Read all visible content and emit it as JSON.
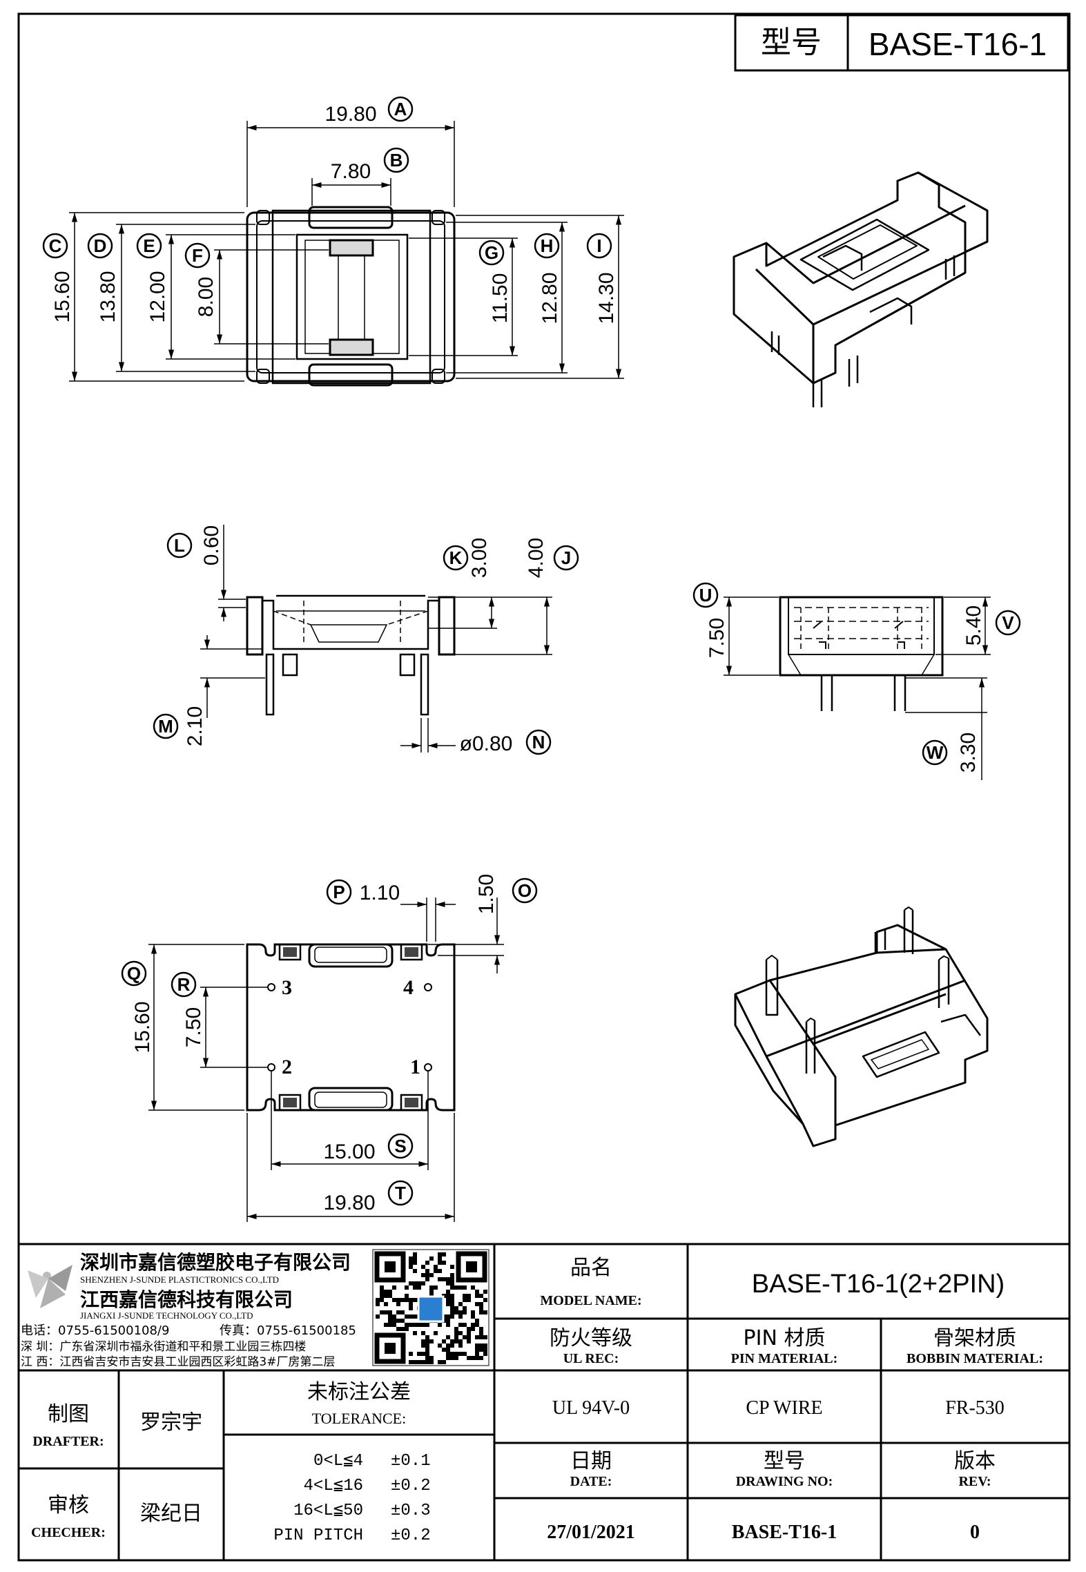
{
  "title_box": {
    "label": "型号",
    "value": "BASE-T16-1"
  },
  "dims_top": {
    "A": {
      "letter": "A",
      "value": "19.80"
    },
    "B": {
      "letter": "B",
      "value": "7.80"
    },
    "C": {
      "letter": "C",
      "value": "15.60"
    },
    "D": {
      "letter": "D",
      "value": "13.80"
    },
    "E": {
      "letter": "E",
      "value": "12.00"
    },
    "F": {
      "letter": "F",
      "value": "8.00"
    },
    "G": {
      "letter": "G",
      "value": "11.50"
    },
    "H": {
      "letter": "H",
      "value": "12.80"
    },
    "I": {
      "letter": "I",
      "value": "14.30"
    }
  },
  "dims_side": {
    "L": {
      "letter": "L",
      "value": "0.60"
    },
    "K": {
      "letter": "K",
      "value": "3.00"
    },
    "J": {
      "letter": "J",
      "value": "4.00"
    },
    "M": {
      "letter": "M",
      "value": "2.10"
    },
    "N": {
      "letter": "N",
      "value": "ø0.80"
    }
  },
  "dims_end": {
    "U": {
      "letter": "U",
      "value": "7.50"
    },
    "V": {
      "letter": "V",
      "value": "5.40"
    },
    "W": {
      "letter": "W",
      "value": "3.30"
    }
  },
  "dims_bottom": {
    "P": {
      "letter": "P",
      "value": "1.10"
    },
    "O": {
      "letter": "O",
      "value": "1.50"
    },
    "Q": {
      "letter": "Q",
      "value": "15.60"
    },
    "R": {
      "letter": "R",
      "value": "7.50"
    },
    "S": {
      "letter": "S",
      "value": "15.00"
    },
    "T": {
      "letter": "T",
      "value": "19.80"
    }
  },
  "pins": {
    "p1": "1",
    "p2": "2",
    "p3": "3",
    "p4": "4"
  },
  "company": {
    "name_sz": "深圳市嘉信德塑胶电子有限公司",
    "name_sz_en": "SHENZHEN J-SUNDE PLASTICTRONICS CO.,LTD",
    "name_jx": "江西嘉信德科技有限公司",
    "name_jx_en": "JIANGXI J-SUNDE TECHNOLOGY CO.,LTD",
    "phone": "电话：0755-61500108/9",
    "fax": "传真：0755-61500185",
    "addr_sz": "深 圳：广东省深圳市福永街道和平和景工业园三栋四楼",
    "addr_jx": "江 西：江西省吉安市吉安县工业园西区彩虹路3#厂房第二层"
  },
  "title_block": {
    "model_name_cn": "品名",
    "model_name_en": "MODEL NAME:",
    "model_name_value": "BASE-T16-1(2+2PIN)",
    "ul_cn": "防火等级",
    "ul_en": "UL REC:",
    "pin_cn": "PIN 材质",
    "pin_en": "PIN MATERIAL:",
    "bobbin_cn": "骨架材质",
    "bobbin_en": "BOBBIN MATERIAL:",
    "ul_value": "UL 94V-0",
    "pin_value": "CP WIRE",
    "bobbin_value": "FR-530",
    "date_cn": "日期",
    "date_en": "DATE:",
    "drawing_cn": "型号",
    "drawing_en": "DRAWING NO:",
    "rev_cn": "版本",
    "rev_en": "REV:",
    "date_value": "27/01/2021",
    "drawing_value": "BASE-T16-1",
    "rev_value": "0",
    "drafter_cn": "制图",
    "drafter_en": "DRAFTER:",
    "drafter_name": "罗宗宇",
    "checker_cn": "审核",
    "checker_en": "CHECHER:",
    "checker_name": "梁纪日",
    "tolerance_cn": "未标注公差",
    "tolerance_en": "TOLERANCE:",
    "tolerances": [
      {
        "range": "0<L≦4",
        "value": "±0.1"
      },
      {
        "range": "4<L≦16",
        "value": "±0.2"
      },
      {
        "range": "16<L≦50",
        "value": "±0.3"
      },
      {
        "range": "PIN PITCH",
        "value": "±0.2"
      }
    ]
  }
}
